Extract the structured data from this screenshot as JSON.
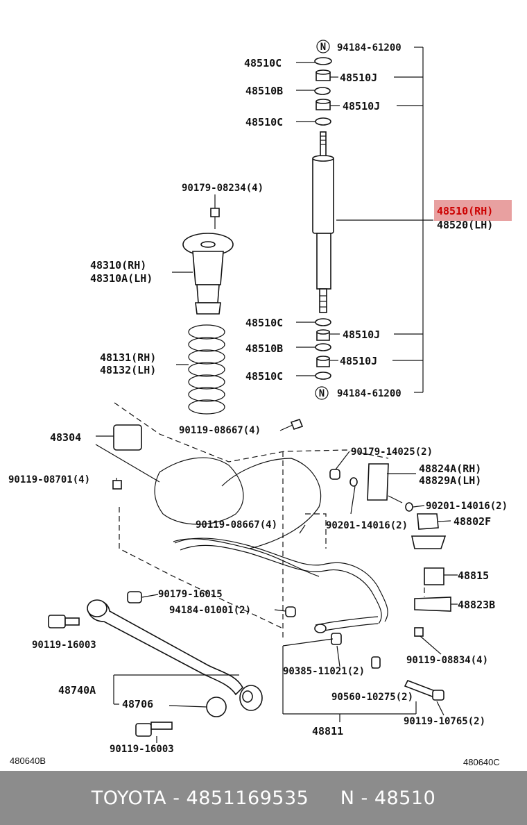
{
  "callouts": {
    "p94184_61200_top": "94184-61200",
    "p48510C_1": "48510C",
    "p48510J_1": "48510J",
    "p48510B_1": "48510B",
    "p48510J_2": "48510J",
    "p48510C_2": "48510C",
    "p90179_08234": "90179-08234(4)",
    "p48510_rh": "48510(RH)",
    "p48520_lh": "48520(LH)",
    "p48310_rh": "48310(RH)",
    "p48310A_lh": "48310A(LH)",
    "p48510C_3": "48510C",
    "p48510J_3": "48510J",
    "p48510B_2": "48510B",
    "p48131_rh": "48131(RH)",
    "p48132_lh": "48132(LH)",
    "p48510J_4": "48510J",
    "p48510C_4": "48510C",
    "p94184_61200_bot": "94184-61200",
    "p48304": "48304",
    "p90119_08667_a": "90119-08667(4)",
    "p90179_14025": "90179-14025(2)",
    "p48824A_rh": "48824A(RH)",
    "p48829A_lh": "48829A(LH)",
    "p90119_08701": "90119-08701(4)",
    "p90201_14016_a": "90201-14016(2)",
    "p90119_08667_b": "90119-08667(4)",
    "p90201_14016_b": "90201-14016(2)",
    "p48802F": "48802F",
    "p48815": "48815",
    "p90179_16015": "90179-16015",
    "p94184_01001": "94184-01001(2)",
    "p48823B": "48823B",
    "p90119_16003_a": "90119-16003",
    "p90119_08834": "90119-08834(4)",
    "p90385_11021": "90385-11021(2)",
    "p48740A": "48740A",
    "p90560_10275": "90560-10275(2)",
    "p48706": "48706",
    "p90119_10765": "90119-10765(2)",
    "p48811": "48811",
    "p90119_16003_b": "90119-16003",
    "n_mark": "N"
  },
  "captions": {
    "left": "480640B",
    "right": "480640C"
  },
  "highlight": {
    "color": "#e8a0a0",
    "text_color": "#cc0000"
  },
  "footer": {
    "brand": "TOYOTA",
    "sep1": " - ",
    "part_number": "4851169535",
    "gap": "     ",
    "ref": "N - 48510",
    "bg_color": "#8c8c8c"
  }
}
